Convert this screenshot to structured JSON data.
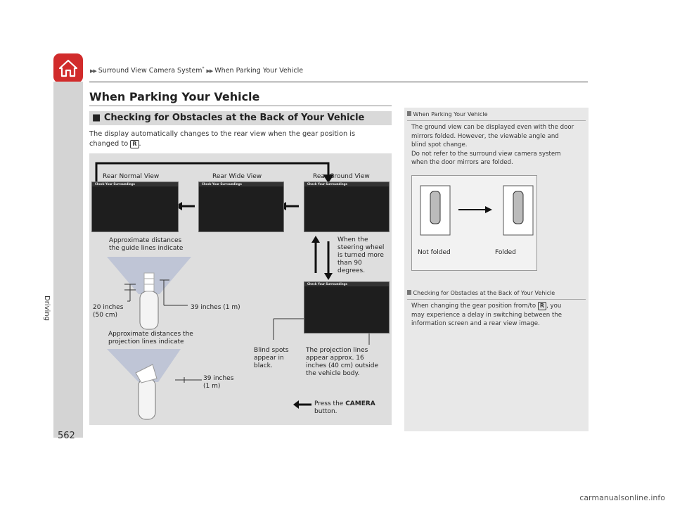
{
  "header": {
    "crumb1": "Surround View Camera System",
    "crumb1_mark": "*",
    "crumb2": "When Parking Your Vehicle"
  },
  "sidebar": {
    "label": "Driving"
  },
  "page_number": "562",
  "title": "When Parking Your Vehicle",
  "section": {
    "bullet": "■",
    "heading": "Checking for Obstacles at the Back of Your Vehicle",
    "intro_pre": "The display automatically changes to the rear view when the gear position is changed to",
    "intro_key": "R",
    "intro_post": "."
  },
  "figure": {
    "screen_header": "Check Your Surroundings",
    "rear_normal": "Rear Normal View",
    "rear_wide": "Rear Wide View",
    "rear_ground": "Rear Ground View",
    "guide_lines_1": "Approximate distances",
    "guide_lines_2": "the guide lines indicate",
    "steering_1": "When the",
    "steering_2": "steering wheel",
    "steering_3": "is turned more",
    "steering_4": "than 90",
    "steering_5": "degrees.",
    "twenty_1": "20 inches",
    "twenty_2": "(50 cm)",
    "thirtynine_a": "39 inches (1 m)",
    "projection_1": "Approximate distances the",
    "projection_2": "projection lines indicate",
    "thirtynine_b1": "39 inches",
    "thirtynine_b2": "(1 m)",
    "blind_1": "Blind spots",
    "blind_2": "appear in",
    "blind_3": "black.",
    "proj_appear_1": "The projection lines",
    "proj_appear_2": "appear approx. 16",
    "proj_appear_3": "inches (40 cm) outside",
    "proj_appear_4": "the vehicle body.",
    "press_pre": "Press the ",
    "press_bold": "CAMERA",
    "press_post": "button."
  },
  "notes": {
    "note1_title": "When Parking Your Vehicle",
    "note1_l1": "The ground view can be displayed even with the door",
    "note1_l2": "mirrors folded. However, the viewable angle and",
    "note1_l3": "blind spot change.",
    "note1_l4": "Do not refer to the surround view camera system",
    "note1_l5": "when the door mirrors are folded.",
    "not_folded": "Not folded",
    "folded": "Folded",
    "note2_title": "Checking for Obstacles at the Back of Your Vehicle",
    "note2_l1_pre": "When changing the gear position from/to",
    "note2_key": "R",
    "note2_l1_post": ", you",
    "note2_l2": "may experience a delay in switching between the",
    "note2_l3": "information screen and a rear view image."
  },
  "watermark": "carmanualsonline.info",
  "colors": {
    "home_red": "#d12b2b",
    "sidebar_gray": "#d4d4d4",
    "figure_gray": "#dedede"
  }
}
